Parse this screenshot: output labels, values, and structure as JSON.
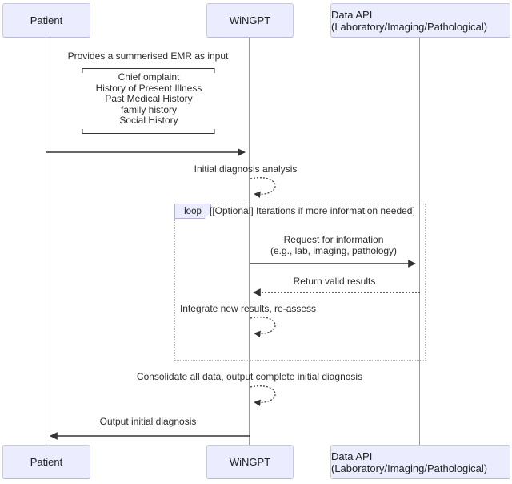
{
  "diagram": {
    "type": "sequence-diagram",
    "actors": [
      {
        "id": "patient",
        "label": "Patient"
      },
      {
        "id": "wingpt",
        "label": "WiNGPT"
      },
      {
        "id": "data-api",
        "label": "Data API (Laboratory/Imaging/Pathological)"
      }
    ],
    "messages": {
      "emr_input": "Provides a summerised EMR as input",
      "emr_list": [
        "Chief omplaint",
        "History of Present Illness",
        "Past Medical History",
        "family history",
        "Social History"
      ],
      "initial_analysis": "Initial diagnosis analysis",
      "loop_keyword": "loop",
      "loop_condition": "[[Optional] Iterations if more information needed]",
      "request_info_line1": "Request for information",
      "request_info_line2": "(e.g., lab, imaging, pathology)",
      "return_results": "Return valid results",
      "integrate": "Integrate new results, re-assess",
      "consolidate": "Consolidate all data, output complete initial diagnosis",
      "output": "Output initial diagnosis"
    },
    "colors": {
      "actor_fill": "#ECECFF",
      "actor_border": "#C9C9E0",
      "lifeline": "#999999",
      "signal": "#333333",
      "loop_border": "#B3B3D1",
      "text": "#2B2B2B"
    }
  }
}
